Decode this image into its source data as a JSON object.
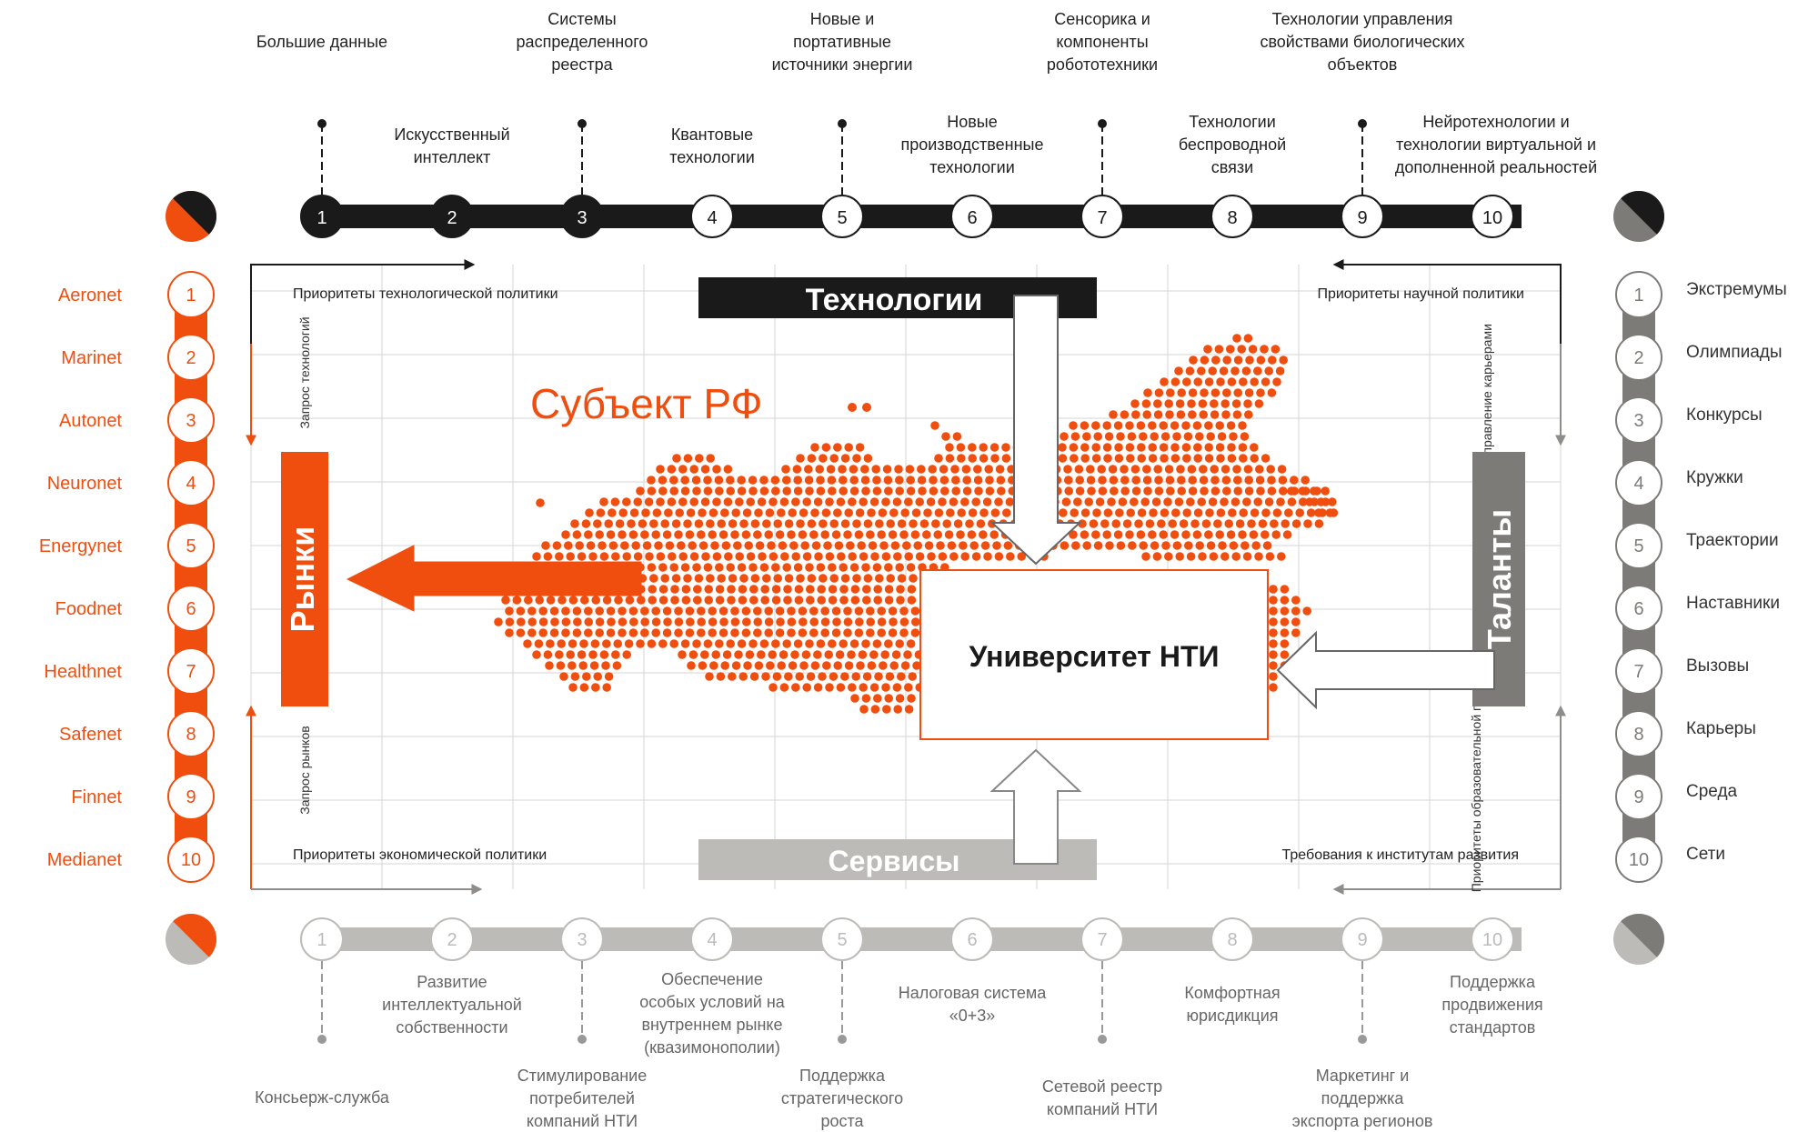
{
  "colors": {
    "accent": "#f04e0f",
    "dark": "#1a1a1a",
    "grey": "#7d7b78",
    "light_grey": "#bdbbb7",
    "grid": "#d6d6d6"
  },
  "top_labels": [
    {
      "num": "1",
      "label": "Большие данные"
    },
    {
      "num": "2",
      "label": "Искусственный интеллект"
    },
    {
      "num": "3",
      "label": "Системы распределенного реестра"
    },
    {
      "num": "4",
      "label": "Квантовые технологии"
    },
    {
      "num": "5",
      "label": "Новые и портативные источники энергии"
    },
    {
      "num": "6",
      "label": "Новые производственные технологии"
    },
    {
      "num": "7",
      "label": "Сенсорика и компоненты робототехники"
    },
    {
      "num": "8",
      "label": "Технологии беспроводной связи"
    },
    {
      "num": "9",
      "label": "Технологии управления свойствами биологических объектов"
    },
    {
      "num": "10",
      "label": "Нейротехнологии и технологии виртуальной и дополненной реальностей"
    }
  ],
  "bottom_labels": [
    {
      "num": "1",
      "label": "Консьерж-служба"
    },
    {
      "num": "2",
      "label": "Развитие интеллектуальной собственности"
    },
    {
      "num": "3",
      "label": "Стимулирование потребителей компаний НТИ"
    },
    {
      "num": "4",
      "label": "Обеспечение особых условий на внутреннем рынке (квазимонополии)"
    },
    {
      "num": "5",
      "label": "Поддержка стратегического роста"
    },
    {
      "num": "6",
      "label": "Налоговая система «0+3»"
    },
    {
      "num": "7",
      "label": "Сетевой реестр компаний НТИ"
    },
    {
      "num": "8",
      "label": "Комфортная юрисдикция"
    },
    {
      "num": "9",
      "label": "Маркетинг и поддержка экспорта регионов"
    },
    {
      "num": "10",
      "label": "Поддержка продвижения стандартов"
    }
  ],
  "left_markets": [
    {
      "num": "1",
      "label": "Aeronet"
    },
    {
      "num": "2",
      "label": "Marinet"
    },
    {
      "num": "3",
      "label": "Autonet"
    },
    {
      "num": "4",
      "label": "Neuronet"
    },
    {
      "num": "5",
      "label": "Energynet"
    },
    {
      "num": "6",
      "label": "Foodnet"
    },
    {
      "num": "7",
      "label": "Healthnet"
    },
    {
      "num": "8",
      "label": "Safenet"
    },
    {
      "num": "9",
      "label": "Finnet"
    },
    {
      "num": "10",
      "label": "Medianet"
    }
  ],
  "right_talents": [
    {
      "num": "1",
      "label": "Экстремумы"
    },
    {
      "num": "2",
      "label": "Олимпиады"
    },
    {
      "num": "3",
      "label": "Конкурсы"
    },
    {
      "num": "4",
      "label": "Кружки"
    },
    {
      "num": "5",
      "label": "Траектории"
    },
    {
      "num": "6",
      "label": "Наставники"
    },
    {
      "num": "7",
      "label": "Вызовы"
    },
    {
      "num": "8",
      "label": "Карьеры"
    },
    {
      "num": "9",
      "label": "Среда"
    },
    {
      "num": "10",
      "label": "Сети"
    }
  ],
  "center": {
    "technologies": "Технологии",
    "services": "Сервисы",
    "markets": "Рынки",
    "talents": "Таланты",
    "university": "Университет НТИ",
    "region": "Субъект РФ"
  },
  "corners": {
    "top_left": "Приоритеты технологической политики",
    "top_right": "Приоритеты научной политики",
    "bottom_left": "Приоритеты экономической политики",
    "bottom_right": "Требования к институтам развития"
  },
  "side_texts": {
    "left_top": "Запрос технологий",
    "left_bottom": "Запрос рынков",
    "right_top": "Управление карьерами",
    "right_bottom": "Приоритеты образовательной политики"
  }
}
